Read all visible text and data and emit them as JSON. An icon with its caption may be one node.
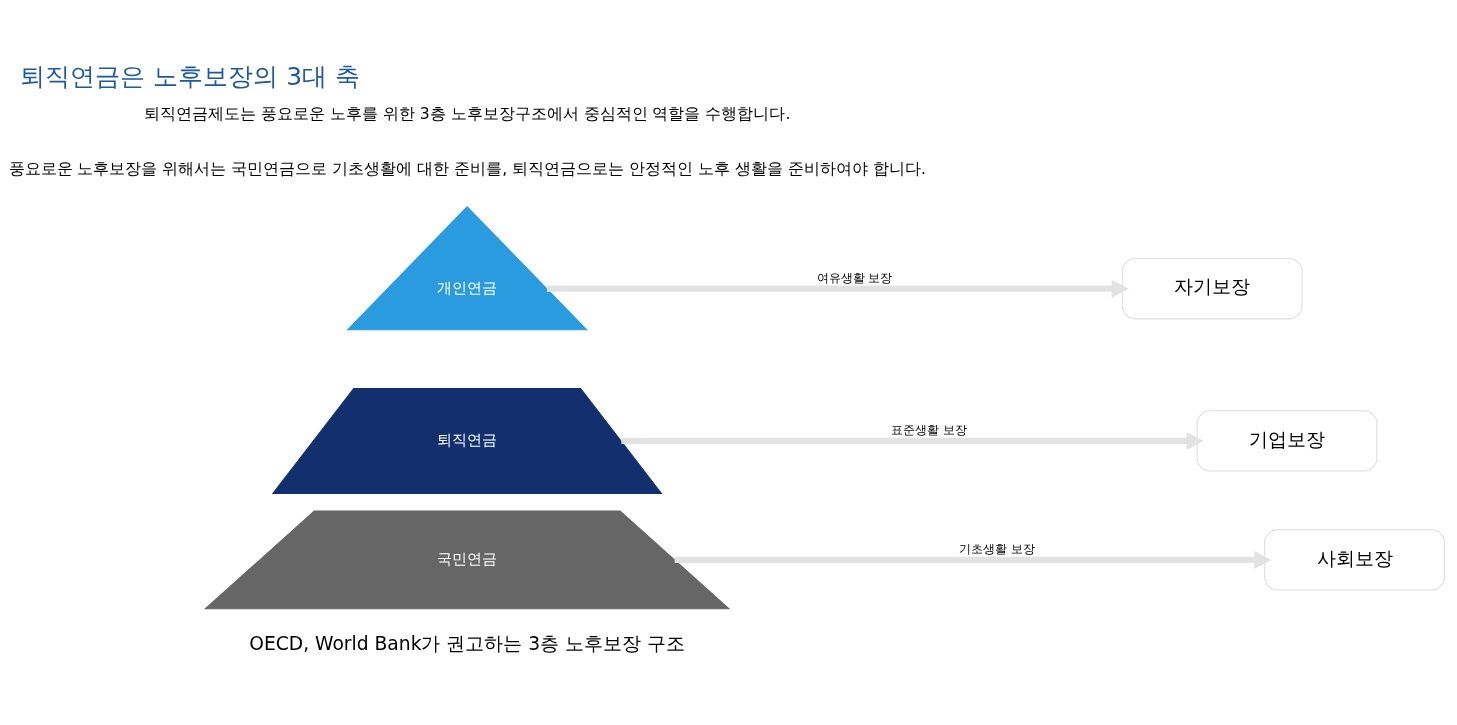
{
  "diagram": {
    "title": "퇴직연금은 노후보장의 3대 축",
    "caption": "OECD, World Bank가 권고하는 3층 노후보장 구조",
    "nodes": [
      {
        "text": [
          "개인연금"
        ]
      },
      {
        "text": [
          "퇴직연금"
        ]
      },
      {
        "text": [
          "국민연금"
        ]
      },
      {
        "text": [
          "자기보장"
        ]
      },
      {
        "text": [
          "기업보장"
        ]
      },
      {
        "text": [
          "사회보장"
        ]
      }
    ],
    "edges": [
      {
        "from": 0,
        "to": 3,
        "arrow": "to",
        "label": "여유생활 보장"
      },
      {
        "from": 1,
        "to": 4,
        "arrow": "to",
        "label": "표준생활 보장"
      },
      {
        "from": 2,
        "to": 5,
        "arrow": "to",
        "label": "기초생활 보장"
      }
    ],
    "labels": [
      "퇴직연금제도는 풍요로운 노후를 위한 3층 노후보장구조에서 중심적인 역할을 수행합니다.",
      "풍요로운 노후보장을 위해서는 국민연금으로 기초생활에 대한 준비를, 퇴직연금으로는 안정적인 노후 생활을 준비하여야 합니다."
    ]
  }
}
